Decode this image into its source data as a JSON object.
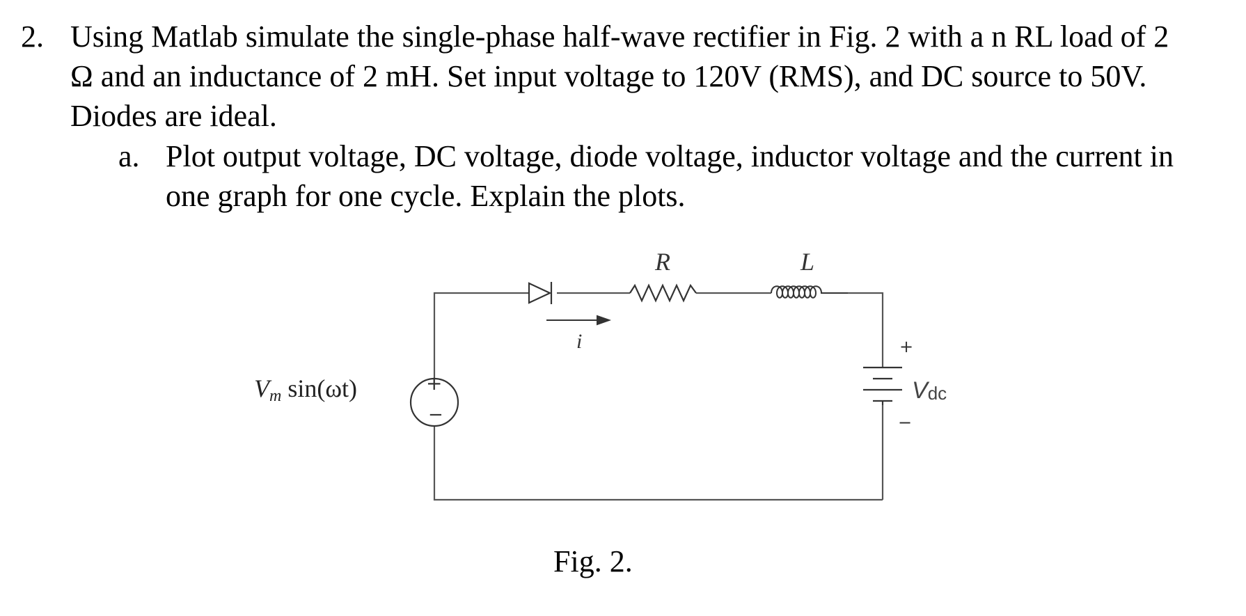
{
  "question": {
    "number": "2.",
    "lines": [
      "Using Matlab simulate the single-phase half-wave rectifier in Fig. 2 with a n RL load of 2",
      "Ω and an inductance of 2 mH. Set input voltage to 120V (RMS), and DC source to 50V.",
      "Diodes are ideal."
    ]
  },
  "subquestion": {
    "letter": "a.",
    "lines": [
      "Plot output voltage, DC voltage, diode voltage, inductor voltage and the current in",
      "one graph for one cycle. Explain the plots."
    ]
  },
  "circuit": {
    "resistor_label": "R",
    "inductor_label": "L",
    "current_label": "i",
    "source_label_v": "V",
    "source_label_sub": "m",
    "source_label_rest": " sin(ωt)",
    "source_plus": "+",
    "source_minus": "−",
    "dc_plus": "+",
    "dc_minus": "−",
    "dc_label_v": "V",
    "dc_label_sub": "dc"
  },
  "figure_caption": "Fig. 2."
}
